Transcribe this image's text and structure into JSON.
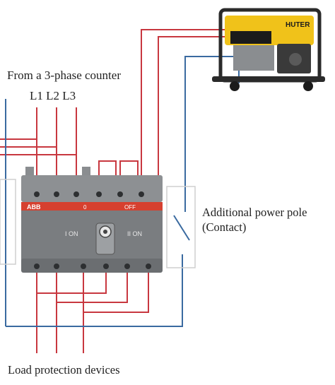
{
  "labels": {
    "source": "From a 3-phase counter",
    "phases": "L1 L2 L3",
    "additional_pole_line1": "Additional power pole",
    "additional_pole_line2": "(Contact)",
    "load": "Load protection devices"
  },
  "switch": {
    "brand": "ABB",
    "position_left": "I ON",
    "position_right": "II ON",
    "off_marker": "OFF",
    "zero_marker": "0"
  },
  "generator": {
    "brand": "HUTER"
  },
  "colors": {
    "phase_wire": "#c8373f",
    "neutral_wire": "#3a6aa0",
    "switch_body": "#7a7d80",
    "switch_band": "#d6402f",
    "generator_frame": "#2a2a2a",
    "generator_tank": "#f0c21a"
  }
}
